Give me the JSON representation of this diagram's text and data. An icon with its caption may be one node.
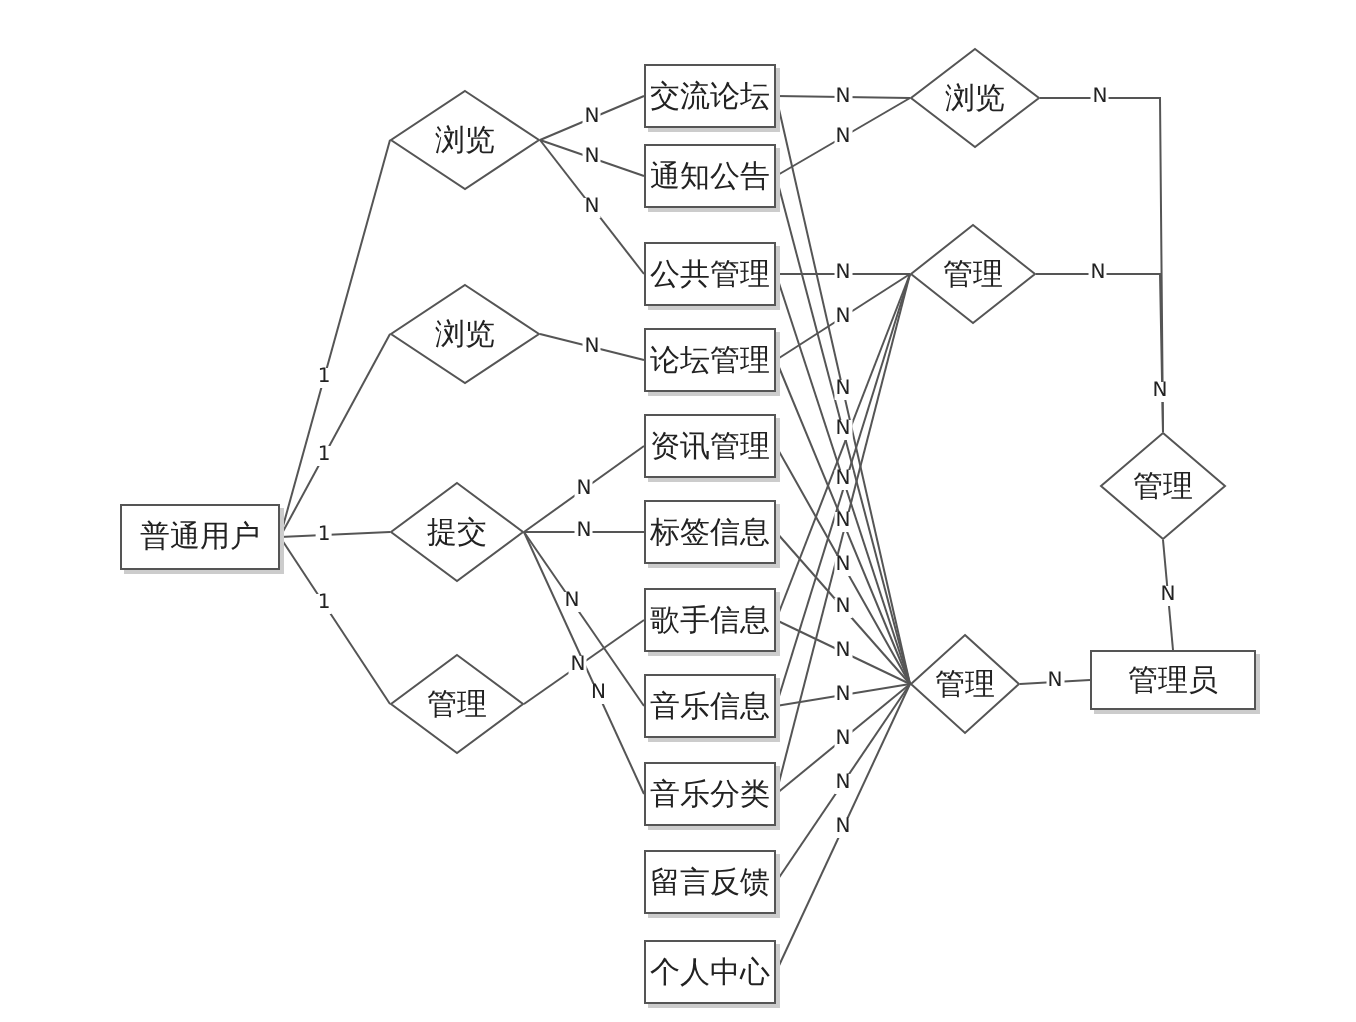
{
  "diagram": {
    "nodes": [
      {
        "text": [
          "普通用户"
        ]
      },
      {
        "text": [
          "浏览"
        ]
      },
      {
        "text": [
          "浏览"
        ]
      },
      {
        "text": [
          "提交"
        ]
      },
      {
        "text": [
          "管理"
        ]
      },
      {
        "text": [
          "交流论坛"
        ]
      },
      {
        "text": [
          "通知公告"
        ]
      },
      {
        "text": [
          "公共管理"
        ]
      },
      {
        "text": [
          "论坛管理"
        ]
      },
      {
        "text": [
          "资讯管理"
        ]
      },
      {
        "text": [
          "标签信息"
        ]
      },
      {
        "text": [
          "歌手信息"
        ]
      },
      {
        "text": [
          "音乐信息"
        ]
      },
      {
        "text": [
          "音乐分类"
        ]
      },
      {
        "text": [
          "留言反馈"
        ]
      },
      {
        "text": [
          "个人中心"
        ]
      },
      {
        "text": [
          "浏览"
        ]
      },
      {
        "text": [
          "管理"
        ]
      },
      {
        "text": [
          "管理"
        ]
      },
      {
        "text": [
          "管理"
        ]
      },
      {
        "text": [
          "管理员"
        ]
      }
    ],
    "edges": [
      {
        "from": 0,
        "to": 1,
        "arrow": "none",
        "label": "1"
      },
      {
        "from": 0,
        "to": 2,
        "arrow": "none",
        "label": "1"
      },
      {
        "from": 0,
        "to": 3,
        "arrow": "none",
        "label": "1"
      },
      {
        "from": 0,
        "to": 4,
        "arrow": "none",
        "label": "1"
      },
      {
        "from": 1,
        "to": 5,
        "arrow": "none",
        "label": "N"
      },
      {
        "from": 1,
        "to": 6,
        "arrow": "none",
        "label": "N"
      },
      {
        "from": 1,
        "to": 7,
        "arrow": "none",
        "label": "N"
      },
      {
        "from": 2,
        "to": 8,
        "arrow": "none",
        "label": "N"
      },
      {
        "from": 3,
        "to": 9,
        "arrow": "none",
        "label": "N"
      },
      {
        "from": 3,
        "to": 10,
        "arrow": "none",
        "label": "N"
      },
      {
        "from": 3,
        "to": 12,
        "arrow": "none",
        "label": "N"
      },
      {
        "from": 3,
        "to": 13,
        "arrow": "none",
        "label": "N"
      },
      {
        "from": 4,
        "to": 11,
        "arrow": "none",
        "label": "N"
      },
      {
        "from": 5,
        "to": 16,
        "arrow": "none",
        "label": "N"
      },
      {
        "from": 6,
        "to": 16,
        "arrow": "none",
        "label": "N"
      },
      {
        "from": 7,
        "to": 17,
        "arrow": "none",
        "label": "N"
      },
      {
        "from": 8,
        "to": 17,
        "arrow": "none",
        "label": "N"
      },
      {
        "from": 11,
        "to": 17,
        "arrow": "none"
      },
      {
        "from": 12,
        "to": 17,
        "arrow": "none"
      },
      {
        "from": 13,
        "to": 17,
        "arrow": "none"
      },
      {
        "from": 5,
        "to": 19,
        "arrow": "none",
        "label": "N"
      },
      {
        "from": 6,
        "to": 19,
        "arrow": "none",
        "label": "N"
      },
      {
        "from": 7,
        "to": 19,
        "arrow": "none",
        "label": "N"
      },
      {
        "from": 8,
        "to": 19,
        "arrow": "none",
        "label": "N"
      },
      {
        "from": 9,
        "to": 19,
        "arrow": "none",
        "label": "N"
      },
      {
        "from": 10,
        "to": 19,
        "arrow": "none",
        "label": "N"
      },
      {
        "from": 11,
        "to": 19,
        "arrow": "none",
        "label": "N"
      },
      {
        "from": 12,
        "to": 19,
        "arrow": "none",
        "label": "N"
      },
      {
        "from": 13,
        "to": 19,
        "arrow": "none",
        "label": "N"
      },
      {
        "from": 14,
        "to": 19,
        "arrow": "none",
        "label": "N"
      },
      {
        "from": 15,
        "to": 19,
        "arrow": "none",
        "label": "N"
      },
      {
        "from": 16,
        "to": 18,
        "arrow": "none",
        "label": "N"
      },
      {
        "from": 17,
        "to": 18,
        "arrow": "none",
        "label": "N"
      },
      {
        "from": 20,
        "to": 18,
        "arrow": "none",
        "label": "N"
      },
      {
        "from": 19,
        "to": 20,
        "arrow": "none",
        "label": "N"
      }
    ],
    "labels": [
      "N"
    ]
  }
}
